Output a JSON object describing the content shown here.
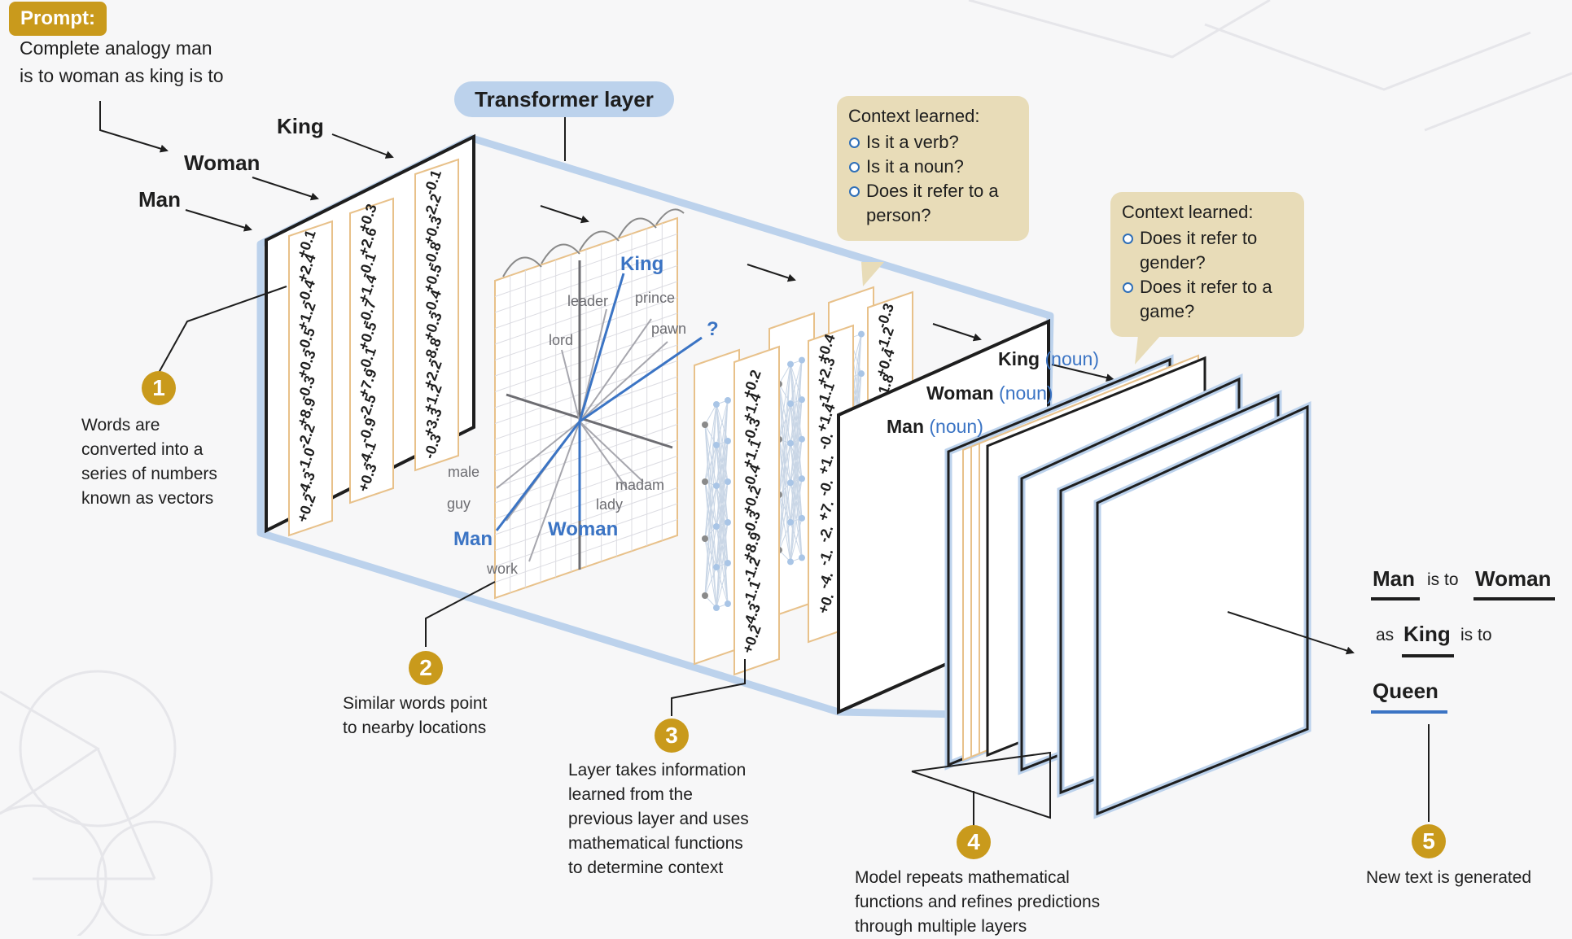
{
  "prompt": {
    "label": "Prompt:",
    "text_line1": "Complete analogy man",
    "text_line2": "is to woman as king is to"
  },
  "input_words": {
    "king": "King",
    "woman": "Woman",
    "man": "Man"
  },
  "transformer_layer_label": "Transformer layer",
  "vectors": {
    "man": [
      "+0.1",
      "+2.4",
      "-0.4",
      "+1.2",
      "-0.5",
      "+0.3",
      "-0.3",
      "+8.9",
      "-2.2",
      "-1.0",
      "-4.3",
      "+0.2"
    ],
    "woman": [
      "+0.3",
      "+2.6",
      "-0.1",
      "+1.4",
      "-0.7",
      "+0.5",
      "-0.1",
      "+7.9",
      "-2.5",
      "-0.9",
      "-4.1",
      "+0.3"
    ],
    "king": [
      "-0.1",
      "-2.2",
      "+0.3",
      "-0.8",
      "+0.5",
      "-0.4",
      "+0.3",
      "-8.8",
      "+2.2",
      "+1.2",
      "+3.3",
      "-0.3"
    ],
    "layer_a": [
      "+0.2",
      "+1.4",
      "-0.3",
      "+1.1",
      "-0.4",
      "+0.2",
      "-0.3",
      "+8.9",
      "-1.2",
      "-1.1",
      "-4.3",
      "+0.2"
    ],
    "layer_b": [
      "+0.4",
      "+2.3",
      "-1.1",
      "+1.4",
      "-0.",
      "+1.",
      "-0.",
      "+7.",
      "-2.",
      "-1.",
      "-4.",
      "+0."
    ],
    "layer_c": [
      "-0.3",
      "-1.2",
      "+0.4",
      "-1.8"
    ]
  },
  "embedding_space": {
    "king": "King",
    "query": "?",
    "man": "Man",
    "woman": "Woman",
    "words": {
      "leader": "leader",
      "prince": "prince",
      "lord": "lord",
      "pawn": "pawn",
      "male": "male",
      "guy": "guy",
      "work": "work",
      "madam": "madam",
      "lady": "lady"
    }
  },
  "context_box_1": {
    "title": "Context learned:",
    "questions": [
      "Is it a verb?",
      "Is it a noun?",
      "Does it refer to a person?"
    ]
  },
  "context_box_2": {
    "title": "Context learned:",
    "questions": [
      "Does it refer to gender?",
      "Does it refer to a game?"
    ]
  },
  "tagged_words": {
    "king": "King",
    "woman": "Woman",
    "man": "Man",
    "tag": "(noun)"
  },
  "steps": [
    {
      "number": "1",
      "text": [
        "Words are",
        "converted into a",
        "series of numbers",
        "known as vectors"
      ]
    },
    {
      "number": "2",
      "text": [
        "Similar words point",
        "to nearby locations"
      ]
    },
    {
      "number": "3",
      "text": [
        "Layer takes information",
        "learned from the",
        "previous layer and uses",
        "mathematical functions",
        "to determine context"
      ]
    },
    {
      "number": "4",
      "text": [
        "Model repeats mathematical",
        "functions and refines predictions",
        "through multiple layers"
      ]
    },
    {
      "number": "5",
      "text": [
        "New text is generated"
      ]
    }
  ],
  "output": {
    "man": "Man",
    "is_to": "is to",
    "woman": "Woman",
    "as": "as",
    "king": "King",
    "is_to_2": "is to",
    "answer": "Queen"
  },
  "colors": {
    "gold": "#c99a1c",
    "layer_blue": "#bcd2ec",
    "accent_blue": "#3b74c4",
    "callout_tan": "#e8dcb8",
    "vector_border": "#e8c18a"
  }
}
